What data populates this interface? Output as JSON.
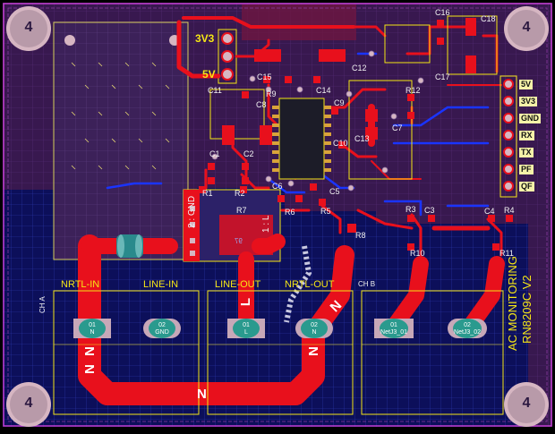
{
  "mounting_hole_label": "4",
  "power_header": {
    "top": "3V3",
    "bottom": "5V"
  },
  "refdes": {
    "C1": "C1",
    "C2": "C2",
    "C3": "C3",
    "C4": "C4",
    "C5": "C5",
    "C6": "C6",
    "C7": "C7",
    "C8": "C8",
    "C9": "C9",
    "C10": "C10",
    "C11": "C11",
    "C12": "C12",
    "C13": "C13",
    "C14": "C14",
    "C15": "C15",
    "C16": "C16",
    "C17": "C17",
    "C18": "C18",
    "R1": "R1",
    "R2": "R2",
    "R3": "R3",
    "R4": "R4",
    "R5": "R5",
    "R6": "R6",
    "R7": "R7",
    "R8": "R8",
    "R9": "R9",
    "R10": "R10",
    "R11": "R11",
    "R12": "R12"
  },
  "connector_pins": [
    "5V",
    "3V3",
    "GND",
    "RX",
    "TX",
    "PF",
    "QF"
  ],
  "relay_silk": {
    "left": "2 : GND",
    "right": "1 : L",
    "mirrored": "97"
  },
  "terminals": {
    "nrtl_in": "NRTL-IN",
    "line_in": "LINE-IN",
    "line_out": "LINE-OUT",
    "nrtl_out": "NRTL-OUT",
    "ch_a": "CH A",
    "ch_b": "CH B"
  },
  "pads": {
    "p1": {
      "num": "01",
      "net": "N"
    },
    "p2": {
      "num": "02",
      "net": "GND"
    },
    "p3": {
      "num": "01",
      "net": "L"
    },
    "p4": {
      "num": "02",
      "net": "N"
    },
    "p5": {
      "num": "01",
      "net": "NetJ3_01"
    },
    "p6": {
      "num": "02",
      "net": "NetJ3_02"
    }
  },
  "trace_net_label": "N",
  "board_title": {
    "line1": "AC MONITORING",
    "line2": "RN8209C V2"
  },
  "colors": {
    "top_copper": "#e8101c",
    "bottom_copper": "#1524c8",
    "silk": "#f5e616",
    "board": "#3a1a52",
    "keepout": "#c23fd0"
  }
}
